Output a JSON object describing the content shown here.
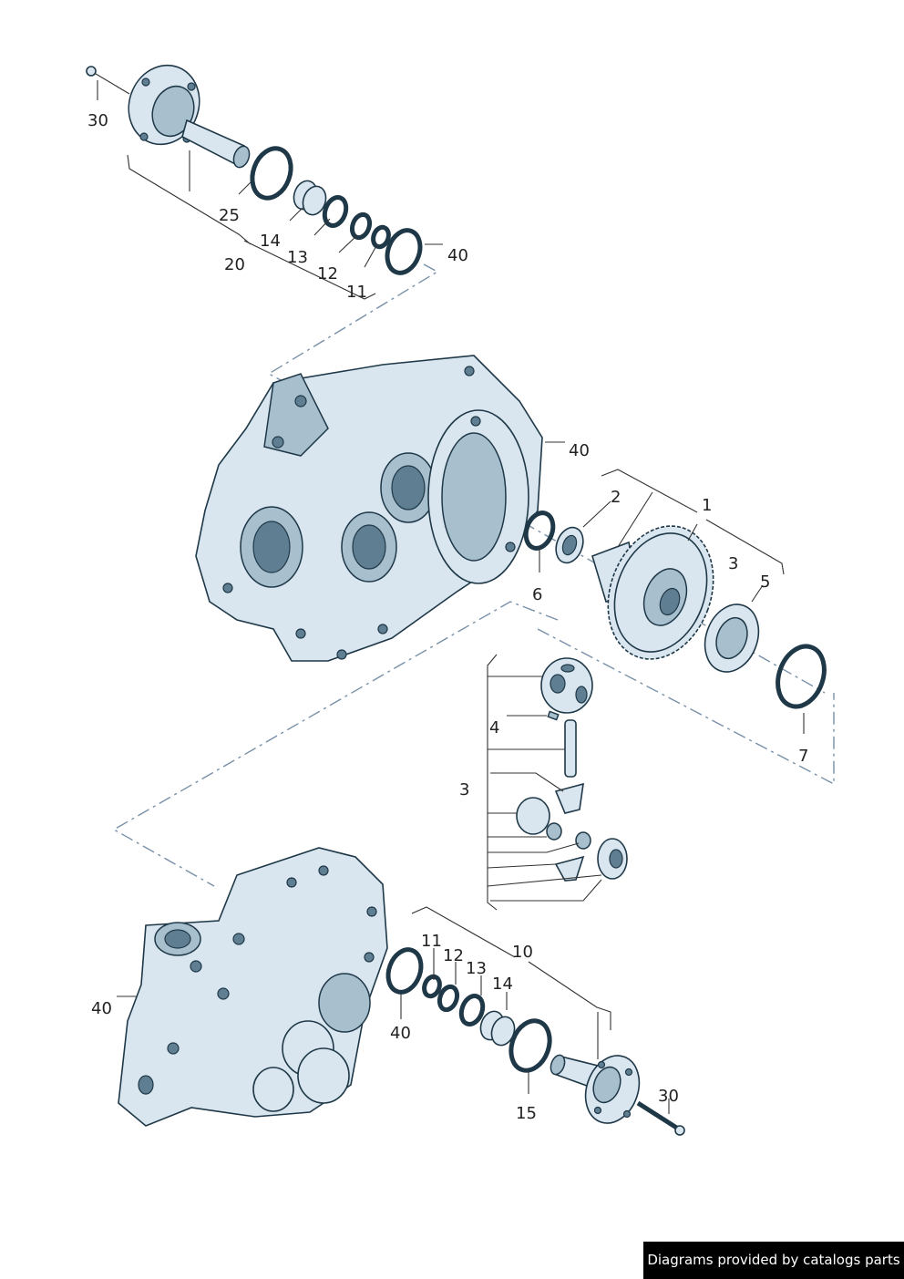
{
  "callouts": {
    "c30a": "30",
    "c25": "25",
    "c14a": "14",
    "c13a": "13",
    "c12a": "12",
    "c11a": "11",
    "c20": "20",
    "c40a": "40",
    "c40b": "40",
    "c2": "2",
    "c1": "1",
    "c3a": "3",
    "c5": "5",
    "c6": "6",
    "c7": "7",
    "c4": "4",
    "c3b": "3",
    "c11b": "11",
    "c10": "10",
    "c12b": "12",
    "c13b": "13",
    "c14b": "14",
    "c40c": "40",
    "c40d": "40",
    "c15": "15",
    "c30b": "30"
  },
  "footer": {
    "credit": "Diagrams provided by catalogs parts"
  },
  "colors": {
    "part_fill": "#d9e6ef",
    "part_outline": "#1f3848",
    "leader_dash": "#7890a8",
    "credit_bg": "#000000"
  }
}
